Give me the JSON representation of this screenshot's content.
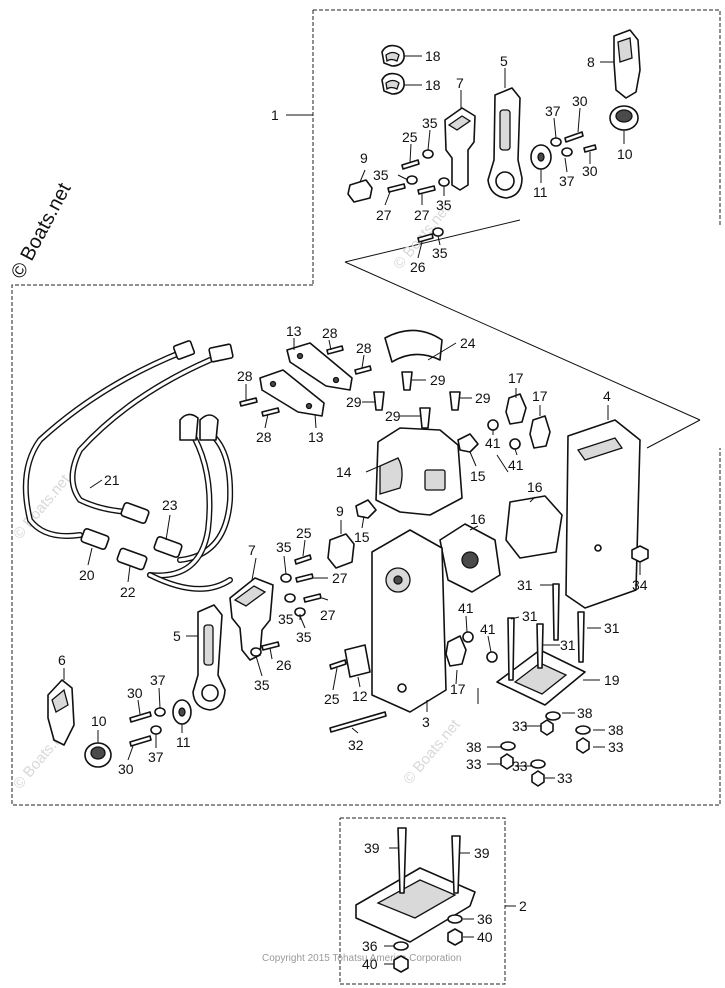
{
  "brand_watermark": "© Boats.net",
  "faint_watermark": "© Boats.net",
  "copyright": "Copyright 2015 Tohatsu America Corporation",
  "callouts": {
    "c1": "1",
    "c2": "2",
    "c3": "3",
    "c4": "4",
    "c5a": "5",
    "c5b": "5",
    "c6": "6",
    "c7a": "7",
    "c7b": "7",
    "c8": "8",
    "c9a": "9",
    "c9b": "9",
    "c10a": "10",
    "c10b": "10",
    "c11a": "11",
    "c11b": "11",
    "c12": "12",
    "c13a": "13",
    "c13b": "13",
    "c14": "14",
    "c15a": "15",
    "c15b": "15",
    "c16a": "16",
    "c16b": "16",
    "c17a": "17",
    "c17b": "17",
    "c17c": "17",
    "c18a": "18",
    "c18b": "18",
    "c19": "19",
    "c20": "20",
    "c21": "21",
    "c22": "22",
    "c23": "23",
    "c24": "24",
    "c25a": "25",
    "c25b": "25",
    "c25c": "25",
    "c26a": "26",
    "c26b": "26",
    "c27a": "27",
    "c27b": "27",
    "c27c": "27",
    "c27d": "27",
    "c28a": "28",
    "c28b": "28",
    "c28c": "28",
    "c28d": "28",
    "c29a": "29",
    "c29b": "29",
    "c29c": "29",
    "c29d": "29",
    "c30a": "30",
    "c30b": "30",
    "c30c": "30",
    "c30d": "30",
    "c31a": "31",
    "c31b": "31",
    "c31c": "31",
    "c31d": "31",
    "c32": "32",
    "c33a": "33",
    "c33b": "33",
    "c33c": "33",
    "c33d": "33",
    "c33e": "33",
    "c34": "34",
    "c35a": "35",
    "c35b": "35",
    "c35c": "35",
    "c35d": "35",
    "c35e": "35",
    "c35f": "35",
    "c35g": "35",
    "c35h": "35",
    "c36a": "36",
    "c36b": "36",
    "c37a": "37",
    "c37b": "37",
    "c37c": "37",
    "c37d": "37",
    "c38a": "38",
    "c38b": "38",
    "c38c": "38",
    "c39a": "39",
    "c39b": "39",
    "c40a": "40",
    "c40b": "40",
    "c41a": "41",
    "c41b": "41",
    "c41c": "41",
    "c41d": "41"
  }
}
